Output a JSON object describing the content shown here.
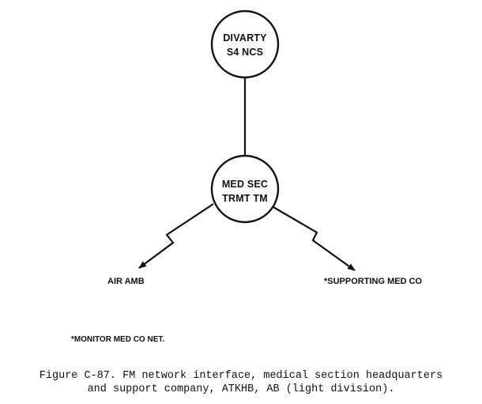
{
  "nodes": {
    "divarty": {
      "line1": "DIVARTY",
      "line2": "S4 NCS"
    },
    "med_sec": {
      "line1": "MED SEC",
      "line2": "TRMT TM"
    }
  },
  "links": {
    "air_amb": {
      "label": "AIR AMB"
    },
    "supporting_med_co": {
      "label": "*SUPPORTING MED CO"
    }
  },
  "footnote": "*MONITOR MED CO NET.",
  "caption": {
    "line1": "Figure C-87. FM network interface, medical section headquarters",
    "line2": "and support company, ATKHB, AB (light division)."
  }
}
